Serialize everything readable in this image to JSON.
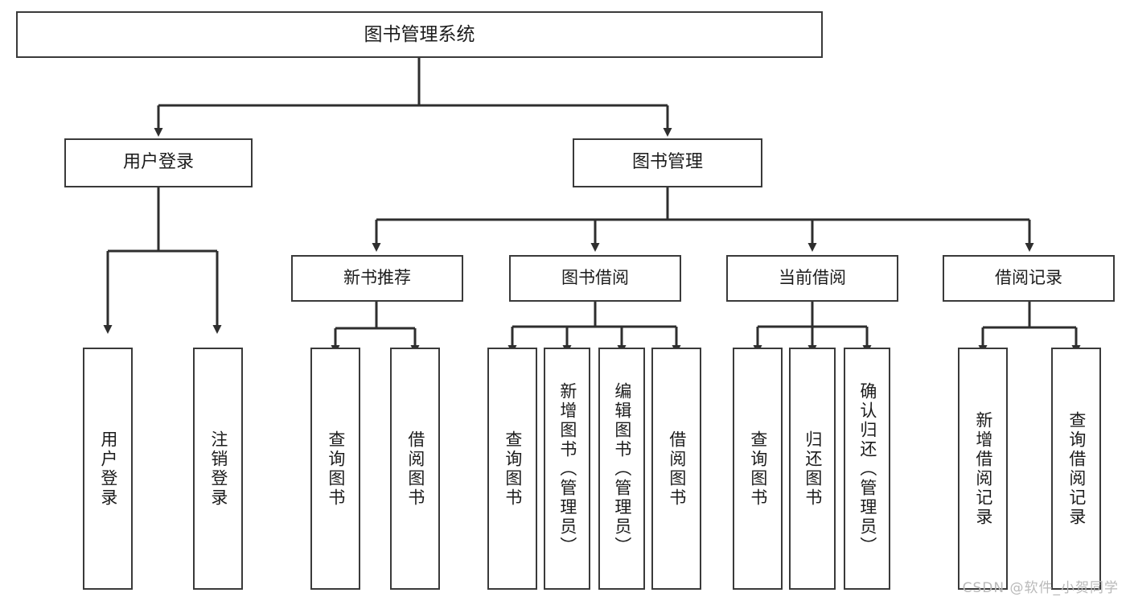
{
  "diagram": {
    "title": "图书管理系统",
    "type": "tree-hierarchy-chart",
    "orientation": "top-down",
    "colors": {
      "box_border": "#3a3a3a",
      "box_fill": "#ffffff",
      "connector": "#2e2e2e",
      "text": "#1c1c1c",
      "watermark": "#b9b9b9"
    }
  },
  "watermark": {
    "text": "CSDN @软件_小贺同学"
  },
  "root": {
    "label": "图书管理系统"
  },
  "level2": [
    {
      "id": "user-login",
      "label": "用户登录"
    },
    {
      "id": "book-manage",
      "label": "图书管理"
    }
  ],
  "level3": [
    {
      "id": "new-book-recommend",
      "label": "新书推荐"
    },
    {
      "id": "book-borrow",
      "label": "图书借阅"
    },
    {
      "id": "current-borrow",
      "label": "当前借阅"
    },
    {
      "id": "borrow-record",
      "label": "借阅记录"
    }
  ],
  "leaves": {
    "user_login": [
      {
        "id": "leaf-user-login",
        "label": "用户登录"
      },
      {
        "id": "leaf-logout",
        "label": "注销登录"
      }
    ],
    "new_book_recommend": [
      {
        "id": "leaf-query-book-1",
        "label": "查询图书"
      },
      {
        "id": "leaf-borrow-book-1",
        "label": "借阅图书"
      }
    ],
    "book_borrow": [
      {
        "id": "leaf-query-book-2",
        "label": "查询图书"
      },
      {
        "id": "leaf-add-book",
        "label": "新增图书（管理员）"
      },
      {
        "id": "leaf-edit-book",
        "label": "编辑图书（管理员）"
      },
      {
        "id": "leaf-borrow-book-2",
        "label": "借阅图书"
      }
    ],
    "current_borrow": [
      {
        "id": "leaf-query-book-3",
        "label": "查询图书"
      },
      {
        "id": "leaf-return-book",
        "label": "归还图书"
      },
      {
        "id": "leaf-confirm-return",
        "label": "确认归还（管理员）"
      }
    ],
    "borrow_record": [
      {
        "id": "leaf-add-record",
        "label": "新增借阅记录"
      },
      {
        "id": "leaf-query-record",
        "label": "查询借阅记录"
      }
    ]
  }
}
